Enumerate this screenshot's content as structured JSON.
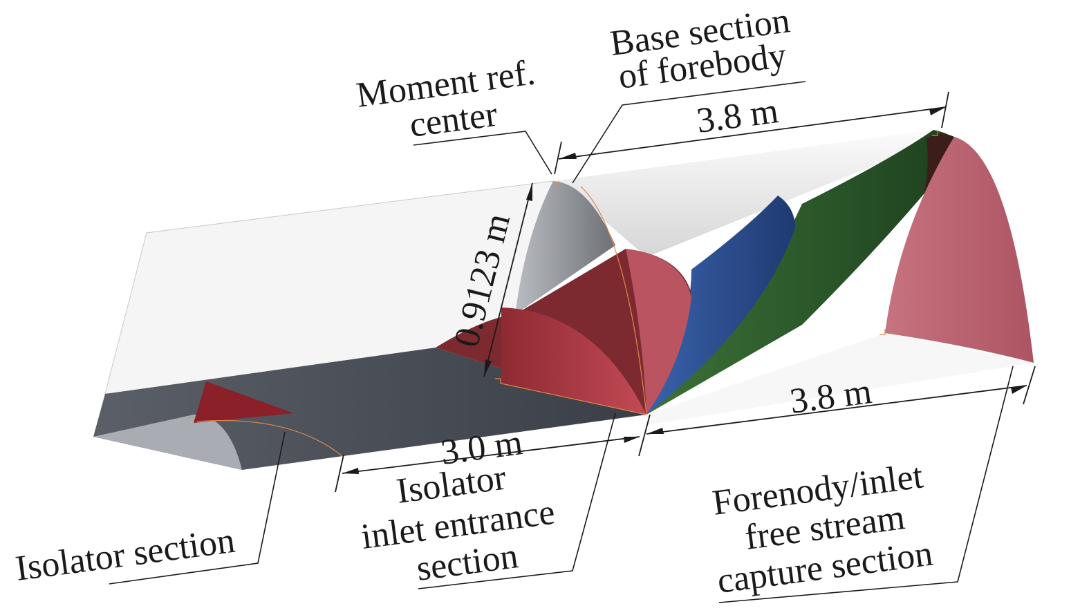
{
  "labels": {
    "base_section": [
      "Base section",
      "of forebody"
    ],
    "moment_ref": [
      "Moment ref.",
      "center"
    ],
    "isolator_section": "Isolator section",
    "isolator_inlet": [
      "Isolator",
      "inlet entrance",
      "section"
    ],
    "forebody_capture": [
      "Forenody/inlet",
      "free stream",
      "capture section"
    ]
  },
  "dimensions": {
    "top_length": "3.8 m",
    "height": "0.9123 m",
    "isolator_length": "3.0 m",
    "bottom_length": "3.8 m"
  },
  "colors": {
    "box_light": "#f2f2f2",
    "box_top": "#e4e4e4",
    "box_dark": "#3f434b",
    "box_grey": "#9a9da3",
    "red_dark": "#7a1d24",
    "red_mid": "#a5343b",
    "red_light": "#c0666f",
    "blue": "#2b4b8c",
    "green": "#2d5a2d",
    "pink": "#b8636f"
  }
}
